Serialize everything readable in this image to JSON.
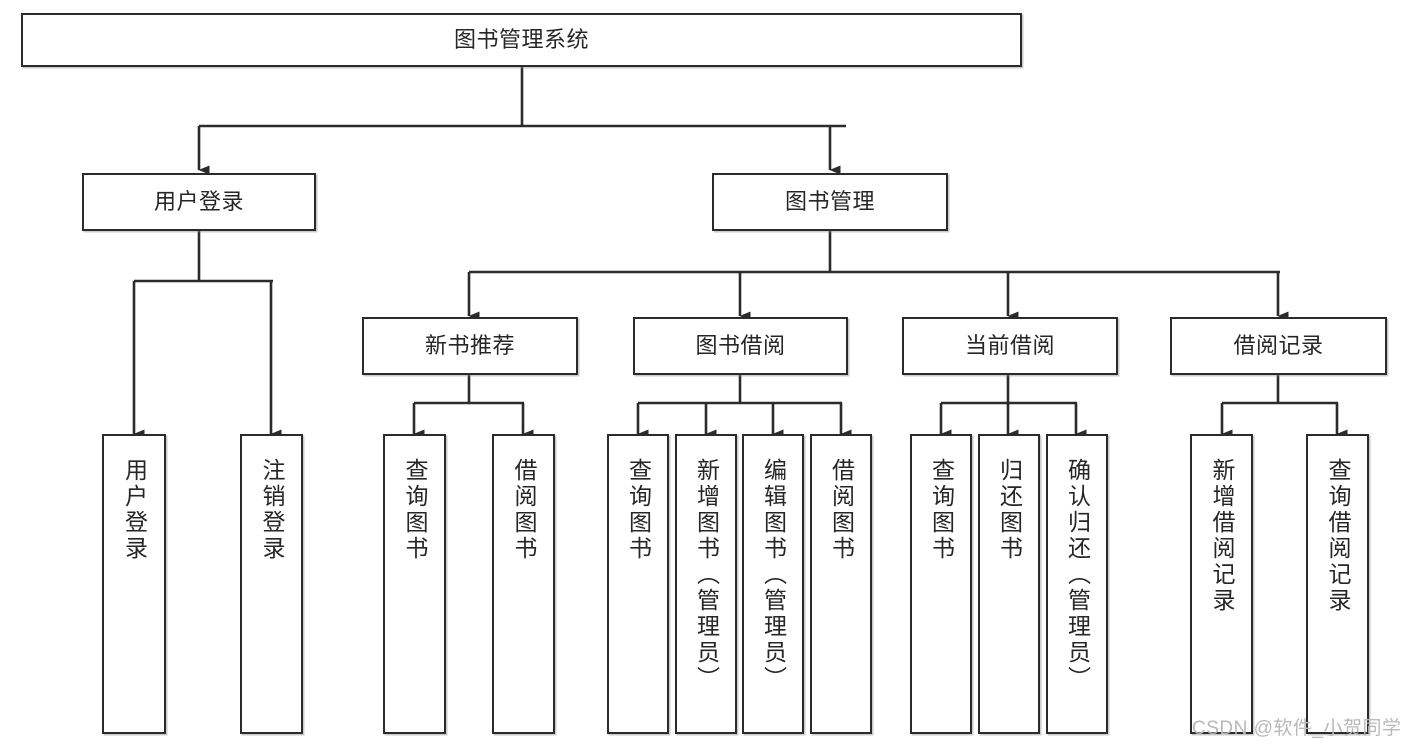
{
  "diagram": {
    "type": "tree-hierarchy-chart",
    "title": "图书管理系统",
    "root": {
      "id": "root",
      "label": "图书管理系统"
    },
    "level2": [
      {
        "id": "user-login",
        "label": "用户登录"
      },
      {
        "id": "book-manage",
        "label": "图书管理"
      }
    ],
    "level3": [
      {
        "id": "new-book-recommend",
        "label": "新书推荐",
        "parent": "book-manage"
      },
      {
        "id": "book-borrow",
        "label": "图书借阅",
        "parent": "book-manage"
      },
      {
        "id": "current-borrow",
        "label": "当前借阅",
        "parent": "book-manage"
      },
      {
        "id": "borrow-record",
        "label": "借阅记录",
        "parent": "book-manage"
      }
    ],
    "leaves": [
      {
        "id": "leaf-user-login",
        "label": "用户登录",
        "parent": "user-login"
      },
      {
        "id": "leaf-logout-login",
        "label": "注销登录",
        "parent": "user-login"
      },
      {
        "id": "leaf-query-book-1",
        "label": "查询图书",
        "parent": "new-book-recommend"
      },
      {
        "id": "leaf-borrow-book-1",
        "label": "借阅图书",
        "parent": "new-book-recommend"
      },
      {
        "id": "leaf-query-book-2",
        "label": "查询图书",
        "parent": "book-borrow"
      },
      {
        "id": "leaf-add-book",
        "label": "新增图书（管理员）",
        "parent": "book-borrow"
      },
      {
        "id": "leaf-edit-book",
        "label": "编辑图书（管理员）",
        "parent": "book-borrow"
      },
      {
        "id": "leaf-borrow-book-2",
        "label": "借阅图书",
        "parent": "book-borrow"
      },
      {
        "id": "leaf-query-book-3",
        "label": "查询图书",
        "parent": "current-borrow"
      },
      {
        "id": "leaf-return-book",
        "label": "归还图书",
        "parent": "current-borrow"
      },
      {
        "id": "leaf-confirm-return",
        "label": "确认归还（管理员）",
        "parent": "current-borrow"
      },
      {
        "id": "leaf-add-record",
        "label": "新增借阅记录",
        "parent": "borrow-record"
      },
      {
        "id": "leaf-query-record",
        "label": "查询借阅记录",
        "parent": "borrow-record"
      }
    ],
    "colors": {
      "box_border": "#2b2b2b",
      "box_fill": "#ffffff",
      "text": "#262626",
      "connector": "#2b2b2b",
      "watermark": "#b9b9b9",
      "background": "#ffffff"
    }
  },
  "watermark": {
    "text": "CSDN @软件_小贺同学"
  }
}
